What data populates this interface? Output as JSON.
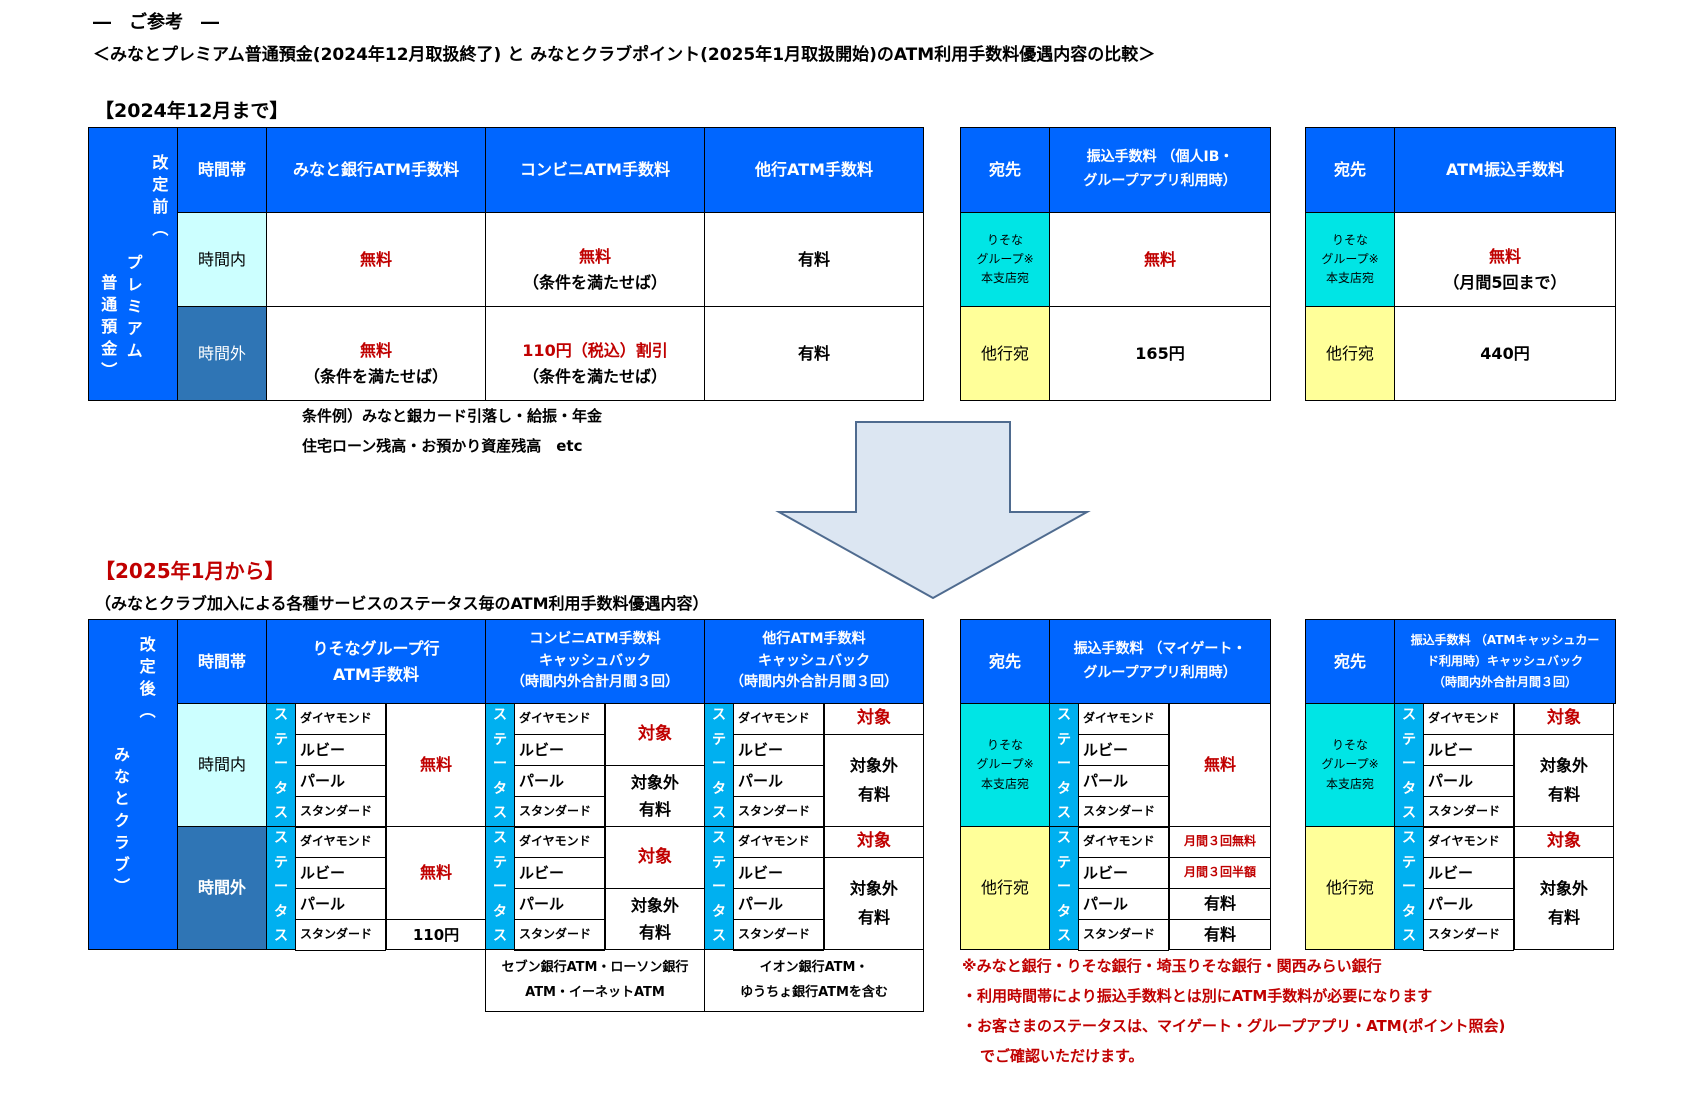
{
  "header": {
    "ref": "―　ご参考　―",
    "compare": "＜みなとプレミアム普通預金(2024年12月取扱終了) と みなとクラブポイント(2025年1月取扱開始)のATM利用手数料優遇内容の比較＞"
  },
  "before": {
    "title": "【2024年12月まで】",
    "side": "改定前（プレミアム普通預金）",
    "side_a": "改定前（",
    "side_b": "プレミアム",
    "side_c": "普通預金）",
    "h_time": "時間帯",
    "h_minato": "みなと銀行ATM手数料",
    "h_conv": "コンビニATM手数料",
    "h_other": "他行ATM手数料",
    "row_in": "時間内",
    "row_out": "時間外",
    "free": "無料",
    "cond": "（条件を満たせば）",
    "paid": "有料",
    "disc": "110円（税込）割引",
    "note1": "条件例）みなと銀カード引落し・給振・年金",
    "note2": "住宅ローン残高・お預かり資産残高　etc",
    "t2_h_dest": "宛先",
    "t2_h_fee": "振込手数料 （個人IB・グループアプリ利用時）",
    "t2_h_fee_a": "振込手数料 （個人IB・",
    "t2_h_fee_b": "グループアプリ利用時）",
    "resona_a": "りそな",
    "resona_b": "グループ※",
    "resona_c": "本支店宛",
    "other_dest": "他行宛",
    "fee165": "165円",
    "t3_h_fee": "ATM振込手数料",
    "monthly5": "（月間5回まで）",
    "fee440": "440円"
  },
  "after": {
    "title": "【2025年1月から】",
    "subtitle": "（みなとクラブ加入による各種サービスのステータス毎のATM利用手数料優遇内容）",
    "side": "改定後（みなとクラブ）",
    "side_a": "改定後（",
    "side_b": "みなとクラブ）",
    "h_resona_a": "りそなグループ行",
    "h_resona_b": "ATM手数料",
    "h_conv_a": "コンビニATM手数料",
    "h_conv_b": "キャッシュバック",
    "h_conv_c": "（時間内外合計月間３回）",
    "h_other_a": "他行ATM手数料",
    "h_other_b": "キャッシュバック",
    "h_other_c": "（時間内外合計月間３回）",
    "status": "ステータス",
    "statuses": [
      "ダイヤモンド",
      "ルビー",
      "パール",
      "スタンダード"
    ],
    "target": "対象",
    "nontarget": "対象外",
    "paid": "有料",
    "free": "無料",
    "fee110": "110円",
    "conv_note_a": "セブン銀行ATM・ローソン銀行",
    "conv_note_b": "ATM・イーネットATM",
    "other_note_a": "イオン銀行ATM・",
    "other_note_b": "ゆうちょ銀行ATMを含む",
    "t2_h_fee_a": "振込手数料 （マイゲート・",
    "t2_h_fee_b": "グループアプリ利用時）",
    "m3free": "月間３回無料",
    "m3half": "月間３回半額",
    "t3_h_fee_a": "振込手数料 （ATMキャッシュカー",
    "t3_h_fee_b": "ド利用時）キャッシュバック",
    "t3_h_fee_c": "（時間内外合計月間３回）",
    "fn1": "※みなと銀行・りそな銀行・埼玉りそな銀行・関西みらい銀行",
    "fn2": "・利用時間帯により振込手数料とは別にATM手数料が必要になります",
    "fn3": "・お客さまのステータスは、マイゲート・グループアプリ・ATM(ポイント照会)",
    "fn4": "でご確認いただけます。"
  }
}
